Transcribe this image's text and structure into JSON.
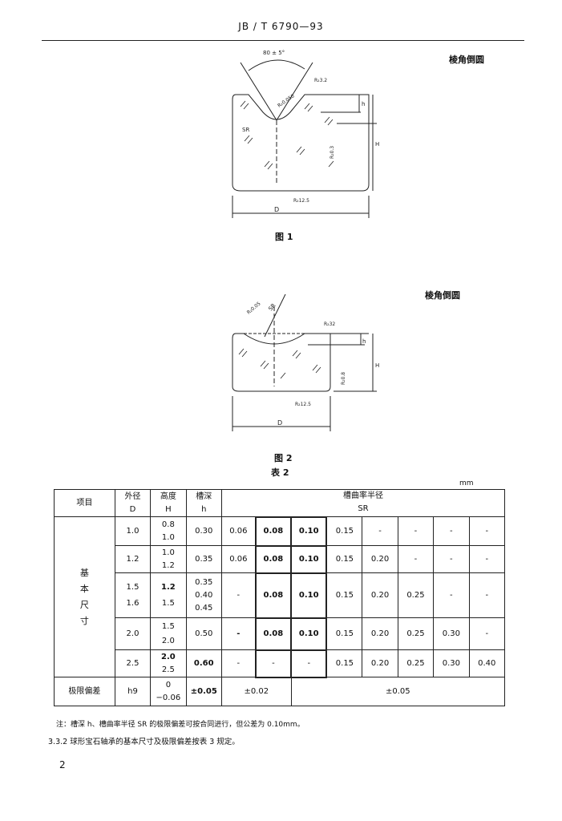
{
  "header": {
    "title": "JB / T 6790—93"
  },
  "figure1": {
    "corner_label": "棱角倒圆",
    "caption": "图 1",
    "angle_label": "80 ± 5°",
    "sr_label": "SR",
    "h_label": "h",
    "H_label": "H",
    "D_label": "D",
    "roughness_top": "R₂3.2",
    "roughness_groove": "R₂0.050",
    "roughness_side": "R₂0.3",
    "roughness_bottom": "R₂12.5"
  },
  "figure2": {
    "corner_label": "棱角倒圆",
    "caption": "图 2",
    "sr_label": "SR",
    "h_label": "h",
    "H_label": "H",
    "D_label": "D",
    "roughness_groove": "R₂0.05",
    "roughness_top": "R₂32",
    "roughness_side": "R₂0.8",
    "roughness_bottom": "R₂12.5"
  },
  "table": {
    "title": "表 2",
    "unit": "mm",
    "headers": {
      "item": "项目",
      "outer_dia": "外径",
      "outer_dia_sym": "D",
      "height": "高度",
      "height_sym": "H",
      "groove_depth": "槽深",
      "groove_depth_sym": "h",
      "groove_radius": "槽曲率半径",
      "groove_radius_sym": "SR"
    },
    "basic_size_label": [
      "基",
      "本",
      "尺",
      "寸"
    ],
    "rows": [
      {
        "D": [
          "1.0"
        ],
        "H": [
          "0.8",
          "1.0"
        ],
        "h": [
          "0.30"
        ],
        "SR": [
          "0.06",
          "0.08",
          "0.10",
          "0.15",
          "-",
          "-",
          "-",
          "-"
        ]
      },
      {
        "D": [
          "1.2"
        ],
        "H": [
          "1.0",
          "1.2"
        ],
        "h": [
          "0.35"
        ],
        "SR": [
          "0.06",
          "0.08",
          "0.10",
          "0.15",
          "0.20",
          "-",
          "-",
          "-"
        ]
      },
      {
        "D": [
          "1.5",
          "1.6"
        ],
        "H": [
          "1.2",
          "1.5"
        ],
        "h": [
          "0.35",
          "0.40",
          "0.45"
        ],
        "SR": [
          "-",
          "0.08",
          "0.10",
          "0.15",
          "0.20",
          "0.25",
          "-",
          "-"
        ]
      },
      {
        "D": [
          "2.0"
        ],
        "H": [
          "1.5",
          "2.0"
        ],
        "h": [
          "0.50"
        ],
        "SR": [
          "-",
          "0.08",
          "0.10",
          "0.15",
          "0.20",
          "0.25",
          "0.30",
          "-"
        ]
      },
      {
        "D": [
          "2.5"
        ],
        "H": [
          "2.0",
          "2.5"
        ],
        "h": [
          "0.60"
        ],
        "SR": [
          "-",
          "-",
          "-",
          "0.15",
          "0.20",
          "0.25",
          "0.30",
          "0.40"
        ]
      }
    ],
    "tolerance": {
      "label": "极限偏差",
      "D": "h9",
      "H": [
        "0",
        "−0.06"
      ],
      "h": "±0.05",
      "SR_a": "±0.02",
      "SR_b": "±0.05"
    }
  },
  "note": "注：槽深 h、槽曲率半径 SR 的极限偏差可按合同进行，但公差为 0.10mm。",
  "clause": "3.3.2  球形宝石轴承的基本尺寸及极限偏差按表 3 规定。",
  "page_number": "2"
}
